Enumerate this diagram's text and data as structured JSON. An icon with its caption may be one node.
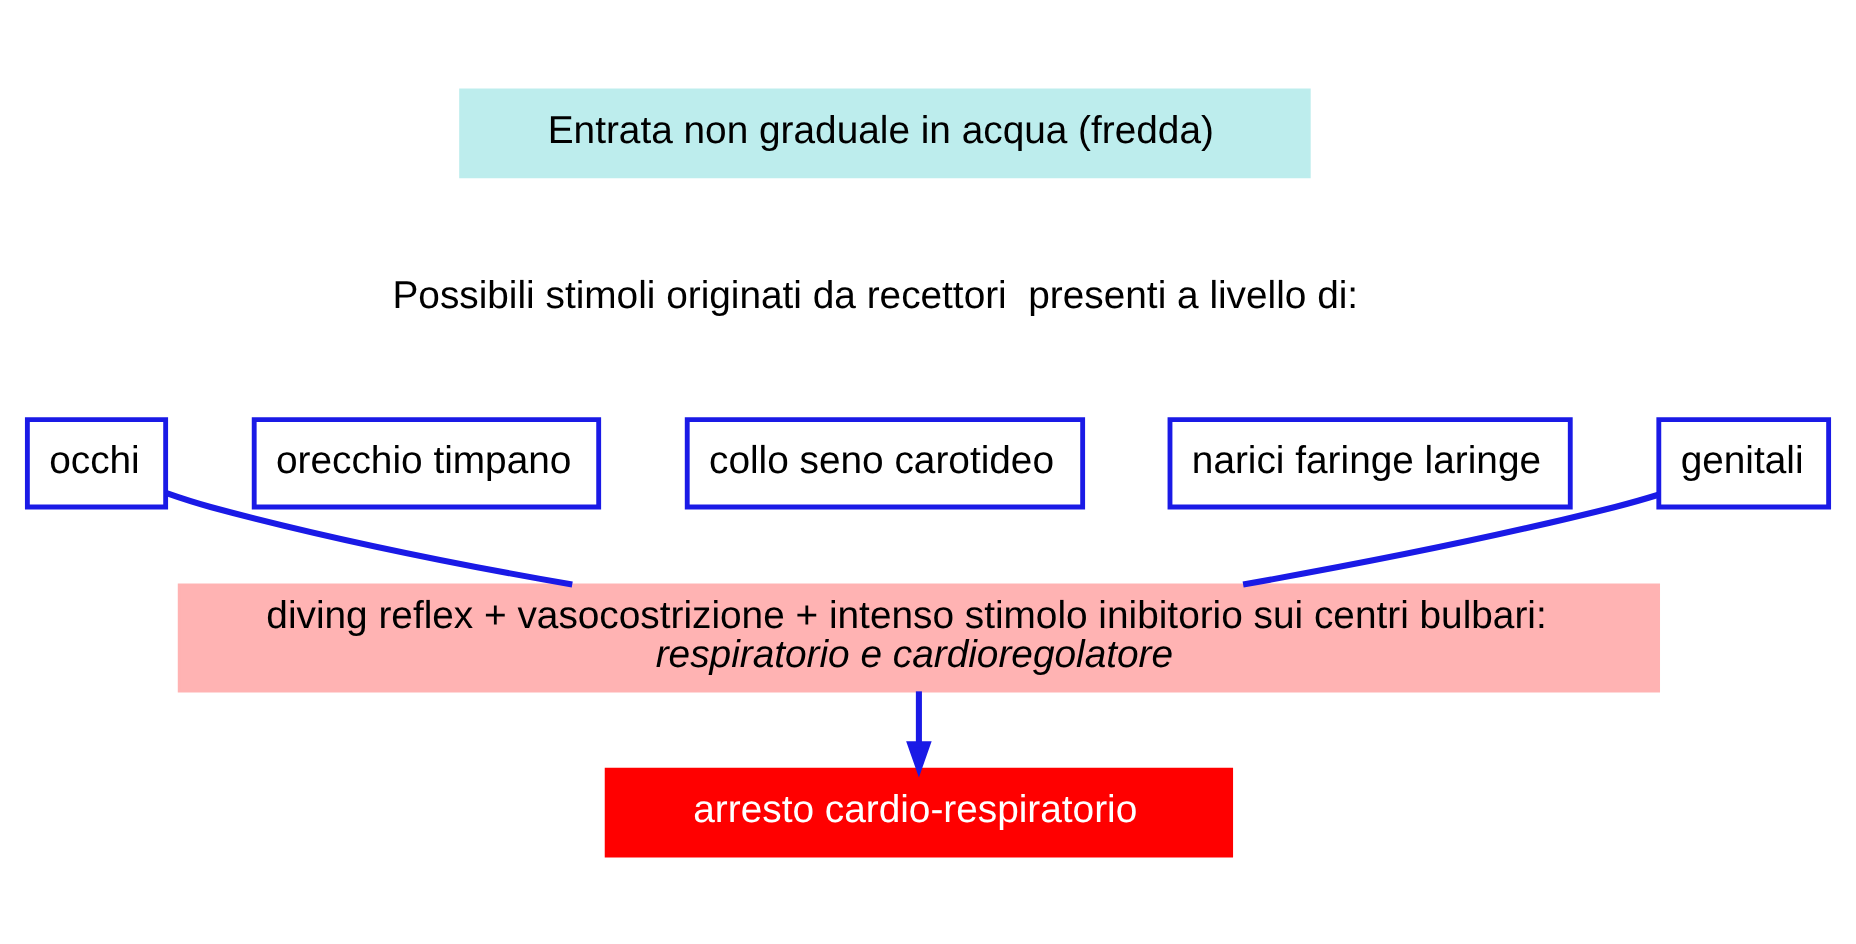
{
  "diagram": {
    "nodes": [
      {
        "text": [
          "Entrata non graduale in acqua (fredda)"
        ]
      },
      {
        "text": [
          "occhi"
        ]
      },
      {
        "text": [
          "orecchio timpano"
        ]
      },
      {
        "text": [
          "collo seno carotideo"
        ]
      },
      {
        "text": [
          "narici faringe laringe"
        ]
      },
      {
        "text": [
          "genitali"
        ]
      },
      {
        "text": [
          "diving reflex + vasocostrizione + intenso stimolo inibitorio sui centri bulbari:",
          "respiratorio e cardioregolatore"
        ]
      },
      {
        "text": [
          "arresto cardio-respiratorio"
        ]
      }
    ],
    "edges": [
      {
        "from": 1,
        "to": 6,
        "arrow": "none"
      },
      {
        "from": 5,
        "to": 6,
        "arrow": "none"
      },
      {
        "from": 6,
        "to": 7,
        "arrow": "to"
      }
    ],
    "labels": [
      "Possibili stimoli originati da recettori  presenti a livello di:"
    ]
  }
}
